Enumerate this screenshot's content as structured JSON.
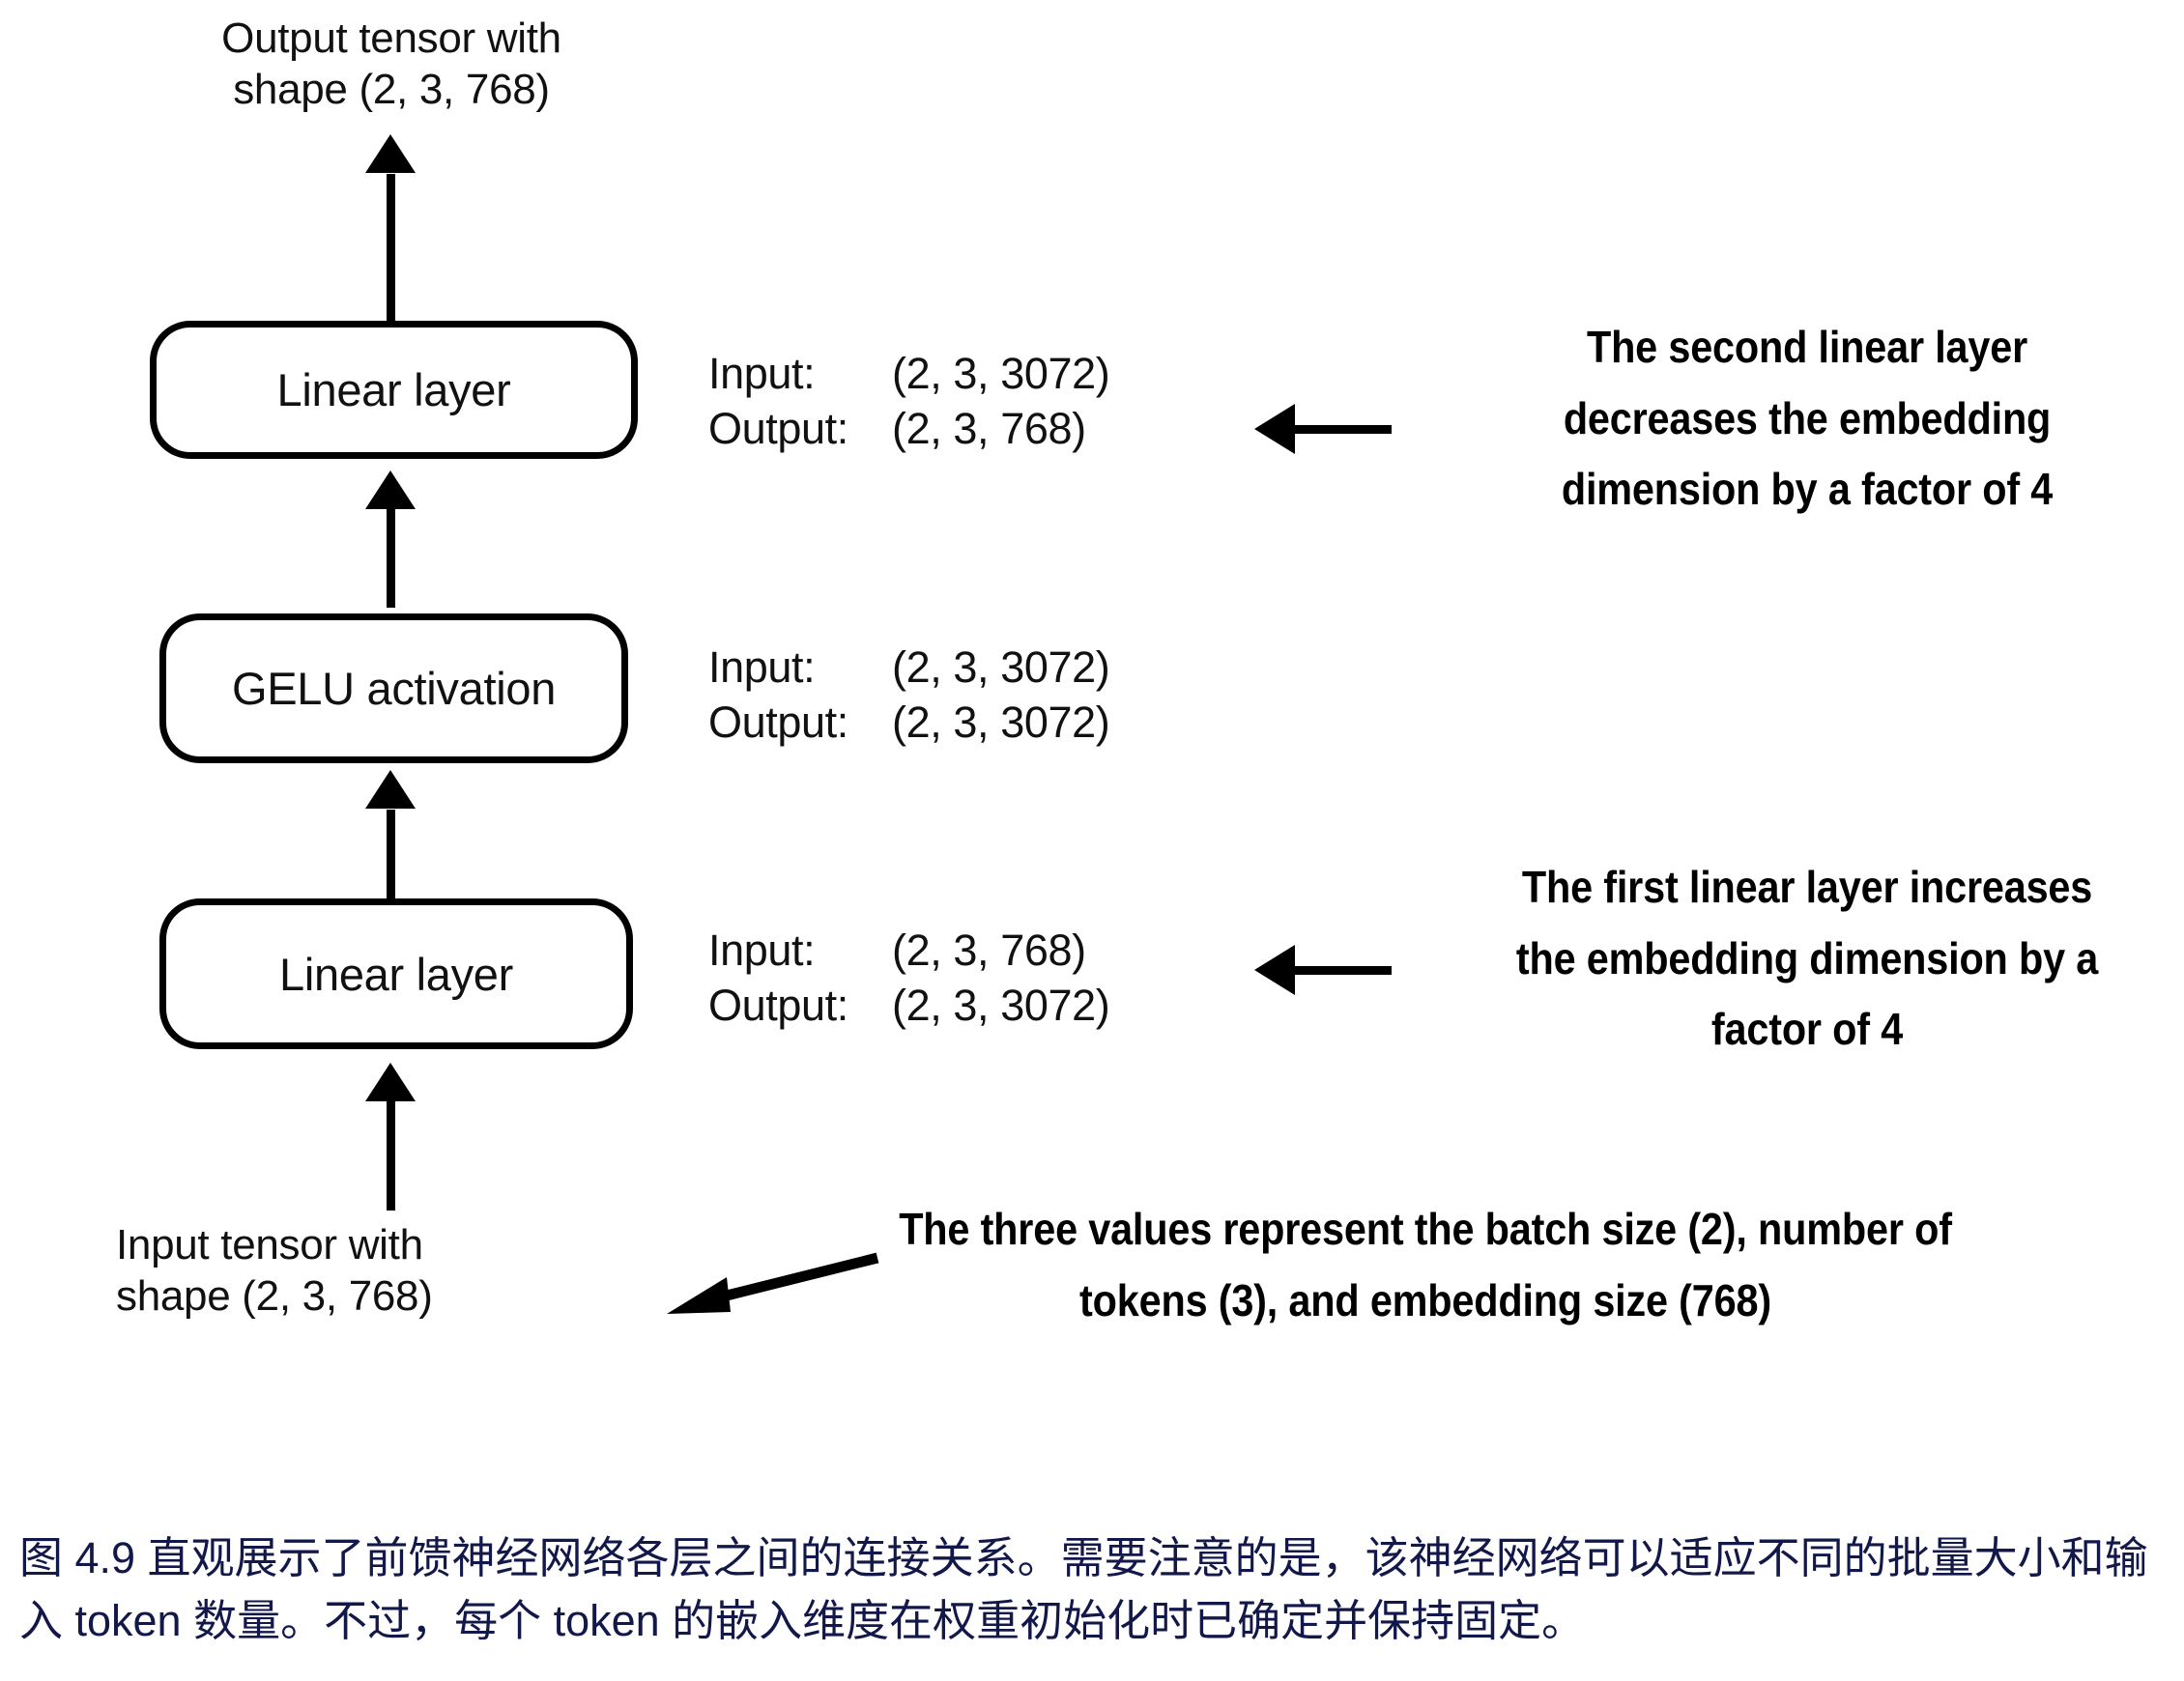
{
  "figure": {
    "id": "4.9",
    "type": "feed-forward-network-diagram",
    "top_label": "Output tensor with\nshape (2, 3, 768)",
    "bottom_label": "Input tensor with\nshape (2, 3, 768)"
  },
  "nodes": [
    {
      "id": "linear2",
      "label": "Linear layer"
    },
    {
      "id": "gelu",
      "label": "GELU activation"
    },
    {
      "id": "linear1",
      "label": "Linear layer"
    }
  ],
  "io": [
    {
      "for": "linear2",
      "input_key": "Input:",
      "input_value": "(2, 3, 3072)",
      "output_key": "Output:",
      "output_value": "(2, 3, 768)"
    },
    {
      "for": "gelu",
      "input_key": "Input:",
      "input_value": "(2, 3, 3072)",
      "output_key": "Output:",
      "output_value": "(2, 3, 3072)"
    },
    {
      "for": "linear1",
      "input_key": "Input:",
      "input_value": "(2, 3, 768)",
      "output_key": "Output:",
      "output_value": "(2, 3, 3072)"
    }
  ],
  "annotations": {
    "second_linear": "The second linear layer decreases the embedding dimension by a factor of 4",
    "first_linear": "The first linear layer increases the embedding dimension by a factor of 4",
    "three_values": "The three values represent the batch size (2), number of tokens (3), and embedding size (768)"
  },
  "caption": "图 4.9 直观展示了前馈神经网络各层之间的连接关系。需要注意的是，该神经网络可以适应不同的批量大小和输入 token 数量。不过，每个 token 的嵌入维度在权重初始化时已确定并保持固定。",
  "colors": {
    "stroke": "#000000",
    "text": "#111111",
    "caption": "#13184a",
    "background": "#ffffff"
  },
  "chart_data": {
    "type": "diagram",
    "title": "Feed forward neural network layer shapes",
    "flow": [
      "Input tensor (2, 3, 768)",
      "Linear layer",
      "GELU activation",
      "Linear layer",
      "Output tensor (2, 3, 768)"
    ],
    "shapes": [
      {
        "stage": "Linear layer (first)",
        "input": [
          2,
          3,
          768
        ],
        "output": [
          2,
          3,
          3072
        ]
      },
      {
        "stage": "GELU activation",
        "input": [
          2,
          3,
          3072
        ],
        "output": [
          2,
          3,
          3072
        ]
      },
      {
        "stage": "Linear layer (second)",
        "input": [
          2,
          3,
          3072
        ],
        "output": [
          2,
          3,
          768
        ]
      }
    ],
    "batch_size": 2,
    "num_tokens": 3,
    "embedding_size": 768,
    "expansion_factor": 4
  }
}
